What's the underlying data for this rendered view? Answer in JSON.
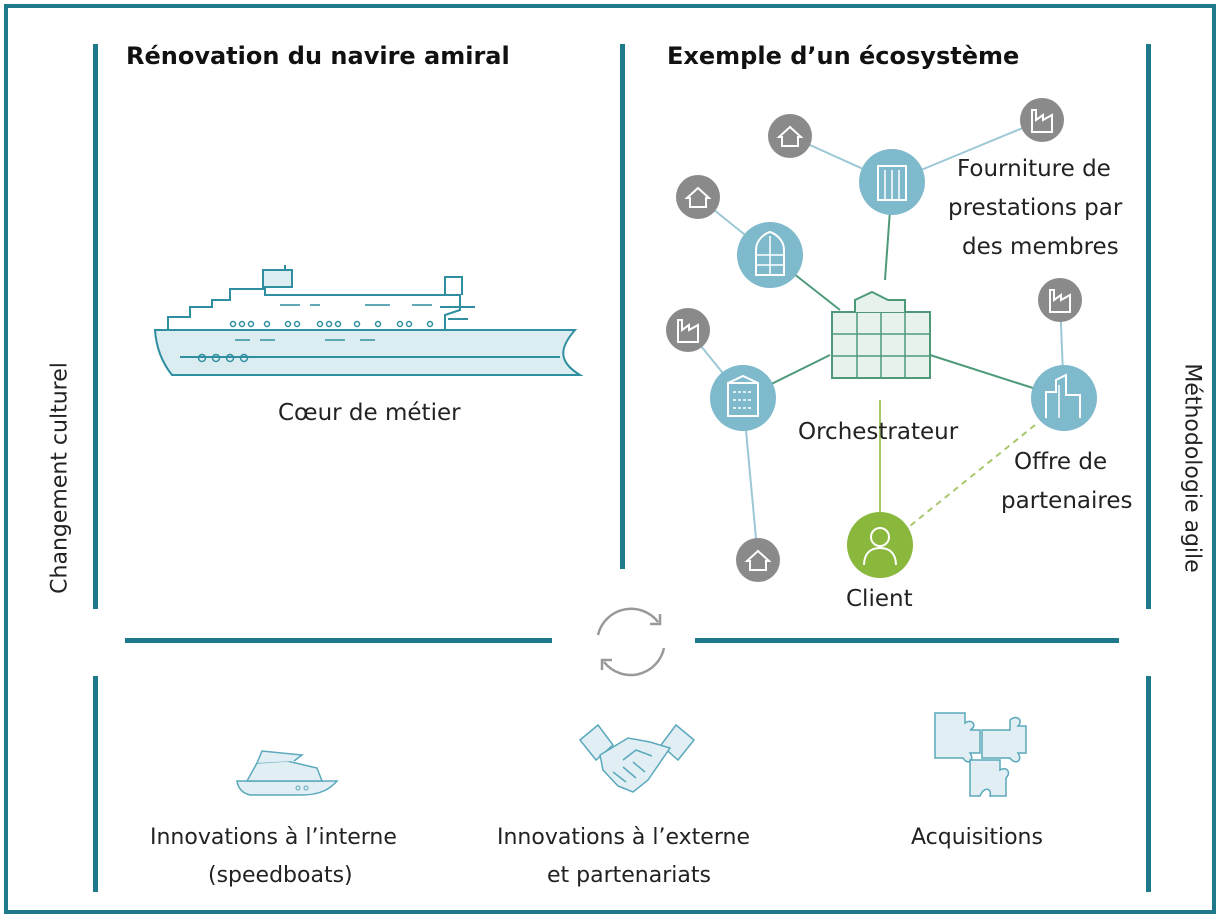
{
  "colors": {
    "frame": "#1e7a8a",
    "node_blue": "#7fb9cc",
    "node_gray": "#8a8a8a",
    "node_green": "#8ab83d",
    "orchestrator": "#4e9a78"
  },
  "left_section": {
    "title": "Rénovation du navire amiral",
    "ship_caption": "Cœur de métier",
    "icon": "cruise-ship-icon"
  },
  "right_section": {
    "title": "Exemple d’un écosystème",
    "labels": {
      "members_line1": "Fourniture de",
      "members_line2": "prestations par",
      "members_line3": "des membres",
      "orchestrator": "Orchestrateur",
      "partners_line1": "Offre de",
      "partners_line2": "partenaires",
      "client": "Client"
    },
    "icons": [
      "house-icon",
      "factory-icon",
      "office-building-icon",
      "glass-tower-icon",
      "skyline-icon",
      "client-person-icon",
      "headquarters-icon"
    ]
  },
  "side_labels": {
    "left": "Changement culturel",
    "right": "Méthodologie agile"
  },
  "cycle_icon": "refresh-cycle-icon",
  "bottom_items": [
    {
      "line1": "Innovations à l’interne",
      "line2": "(speedboats)",
      "icon": "speedboat-icon"
    },
    {
      "line1": "Innovations à l’externe",
      "line2": "et partenariats",
      "icon": "handshake-icon"
    },
    {
      "line1": "Acquisitions",
      "line2": "",
      "icon": "puzzle-icon"
    }
  ]
}
